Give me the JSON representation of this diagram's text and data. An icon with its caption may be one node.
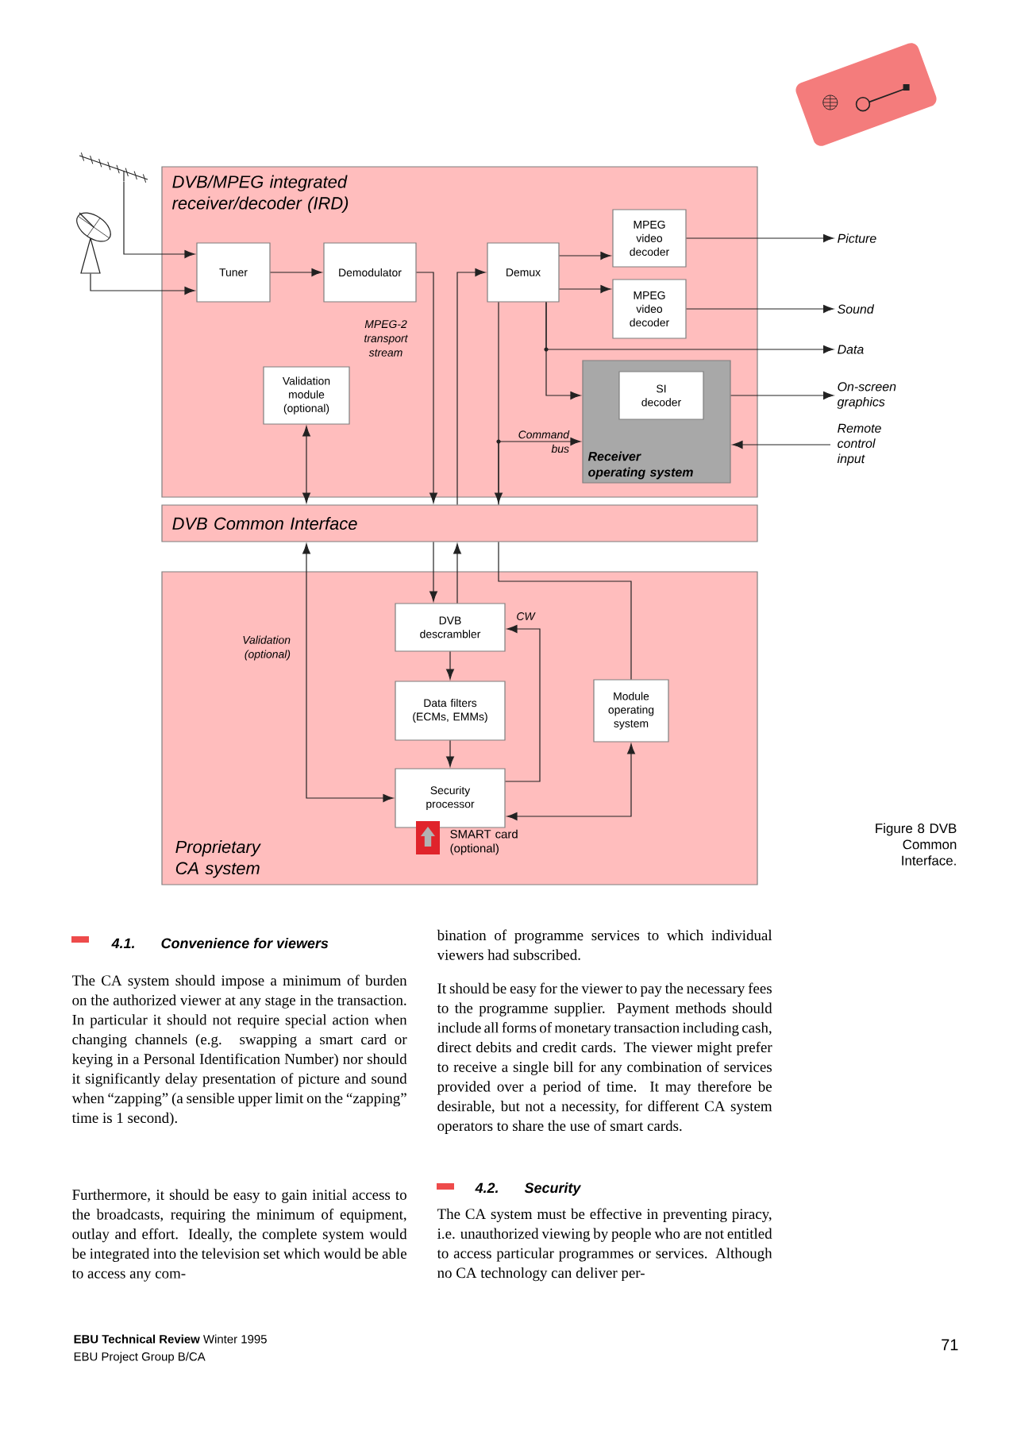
{
  "diagram": {
    "caption": "Figure 8 DVB Common Interface.",
    "nodes": [
      {
        "text": [
          "DVB/MPEG integrated receiver/decoder (IRD)"
        ]
      },
      {
        "text": [
          "Tuner"
        ],
        "in": 0
      },
      {
        "text": [
          "Demodulator"
        ],
        "in": 0
      },
      {
        "text": [
          "Demux"
        ],
        "in": 0
      },
      {
        "text": [
          "MPEG video decoder"
        ],
        "in": 0
      },
      {
        "text": [
          "MPEG video decoder"
        ],
        "in": 0
      },
      {
        "text": [
          "Receiver operating system"
        ],
        "in": 0
      },
      {
        "text": [
          "SI decoder"
        ],
        "in": 6
      },
      {
        "text": [
          "Validation module (optional)"
        ],
        "in": 0
      },
      {
        "text": [
          "DVB Common Interface"
        ]
      },
      {
        "text": [
          "Proprietary CA system"
        ]
      },
      {
        "text": [
          "DVB descrambler"
        ],
        "in": 10
      },
      {
        "text": [
          "Data filters (ECMs, EMMs)"
        ],
        "in": 10
      },
      {
        "text": [
          "Security processor"
        ],
        "in": 10
      },
      {
        "text": [
          "Module operating system"
        ],
        "in": 10
      },
      {
        "text": [
          "Picture"
        ]
      },
      {
        "text": [
          "Sound"
        ]
      },
      {
        "text": [
          "Data"
        ]
      },
      {
        "text": [
          "On-screen graphics"
        ]
      },
      {
        "text": [
          "Remote control input"
        ]
      },
      {
        "text": [],
        "shape": "picture"
      },
      {
        "text": [],
        "shape": "picture"
      }
    ],
    "edges": [
      {
        "from": 20,
        "to": 1,
        "arrow": "to"
      },
      {
        "from": 21,
        "to": 1,
        "arrow": "to"
      },
      {
        "from": 1,
        "to": 2,
        "arrow": "to"
      },
      {
        "from": 2,
        "to": 9,
        "arrow": "to",
        "label": "MPEG-2 transport stream"
      },
      {
        "from": 9,
        "to": 11,
        "arrow": "to"
      },
      {
        "from": 11,
        "to": 9,
        "arrow": "to"
      },
      {
        "from": 9,
        "to": 3,
        "arrow": "to"
      },
      {
        "from": 3,
        "to": 4,
        "arrow": "to"
      },
      {
        "from": 3,
        "to": 5,
        "arrow": "to"
      },
      {
        "from": 3,
        "to": 17,
        "arrow": "to"
      },
      {
        "from": 3,
        "to": 6,
        "arrow": "to"
      },
      {
        "from": 6,
        "to": 18,
        "arrow": "to"
      },
      {
        "from": 19,
        "to": 6,
        "arrow": "to"
      },
      {
        "from": 3,
        "to": 9,
        "arrow": "to"
      },
      {
        "from": 9,
        "to": 6,
        "arrow": "to",
        "label": "Command bus"
      },
      {
        "from": 9,
        "to": 14,
        "arrow": "none"
      },
      {
        "from": 8,
        "to": 9,
        "arrow": "both"
      },
      {
        "from": 9,
        "to": 13,
        "arrow": "both",
        "label": "Validation (optional)"
      },
      {
        "from": 11,
        "to": 12,
        "arrow": "to"
      },
      {
        "from": 12,
        "to": 13,
        "arrow": "to"
      },
      {
        "from": 13,
        "to": 11,
        "arrow": "to",
        "label": "CW"
      },
      {
        "from": 13,
        "to": 14,
        "arrow": "both"
      },
      {
        "from": 4,
        "to": 15,
        "arrow": "to"
      },
      {
        "from": 5,
        "to": 16,
        "arrow": "to"
      }
    ],
    "labels": [
      "SMART card (optional)",
      "4.1.",
      "Convenience for viewers",
      "The CA system should impose a minimum of burden on the authorized viewer at any stage in the transaction.  In particular it should not require special action when changing channels (e.g. swapping a smart card or keying in a Personal Identification Number) nor should it significantly delay presentation of picture and sound when “zapping” (a sensible upper limit on the “zapping” time is 1 second).",
      "Furthermore, it should be easy to gain initial access to the broadcasts, requiring the minimum of equipment, outlay and effort.  Ideally, the complete system would be integrated into the television set which would be able to access any com-",
      "bination of programme services to which individual viewers had subscribed.",
      "It should be easy for the viewer to pay the necessary fees to the programme supplier.  Payment methods should include all forms of monetary transaction including cash, direct debits and credit cards.  The viewer might prefer to receive a single bill for any combination of services provided over a period of time.  It may therefore be desirable, but not a necessity, for different CA system operators to share the use of smart cards.",
      "4.2.",
      "Security",
      "The CA system must be effective in preventing piracy, i.e. unauthorized viewing by people who are not entitled to access particular programmes or services.  Although no CA technology can deliver per-",
      "**EBU Technical Review** Winter 1995",
      "EBU Project Group B/CA",
      "71"
    ]
  }
}
